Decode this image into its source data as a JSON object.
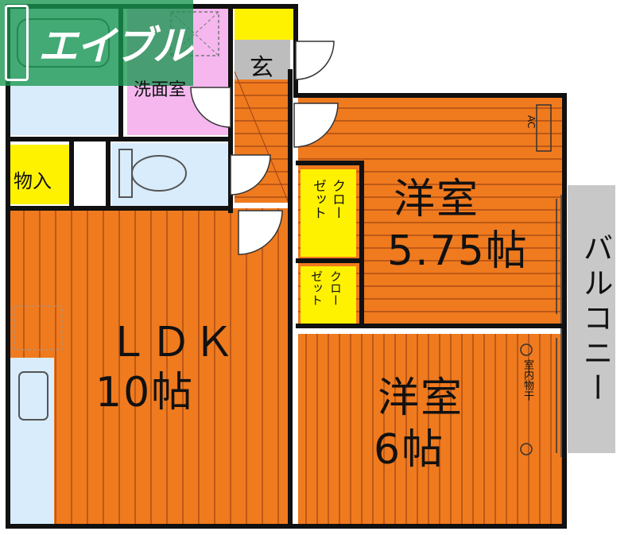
{
  "logo": {
    "text": "エイブル"
  },
  "rooms": {
    "entrance": "玄",
    "washroom": "洗面室",
    "storage": "物入",
    "ldk_name": "ＬＤＫ",
    "ldk_size": "10帖",
    "western1_name": "洋室",
    "western1_size": "5.75帖",
    "western2_name": "洋室",
    "western2_size": "6帖",
    "closet1_a": "クロー",
    "closet1_b": "ゼット",
    "closet2_a": "クロー",
    "closet2_b": "ゼット",
    "balcony": "バルコニー",
    "ac": "AC",
    "indoor_drying": "室内物干"
  },
  "colors": {
    "floor": "#f07a1e",
    "floor_line": "#8a3a10",
    "wet": "#d8ecfb",
    "washroom": "#f5b7ee",
    "entrance": "#bdbdbd",
    "closet": "#fff200",
    "balcony": "#c8c8c8",
    "wall": "#111111"
  }
}
